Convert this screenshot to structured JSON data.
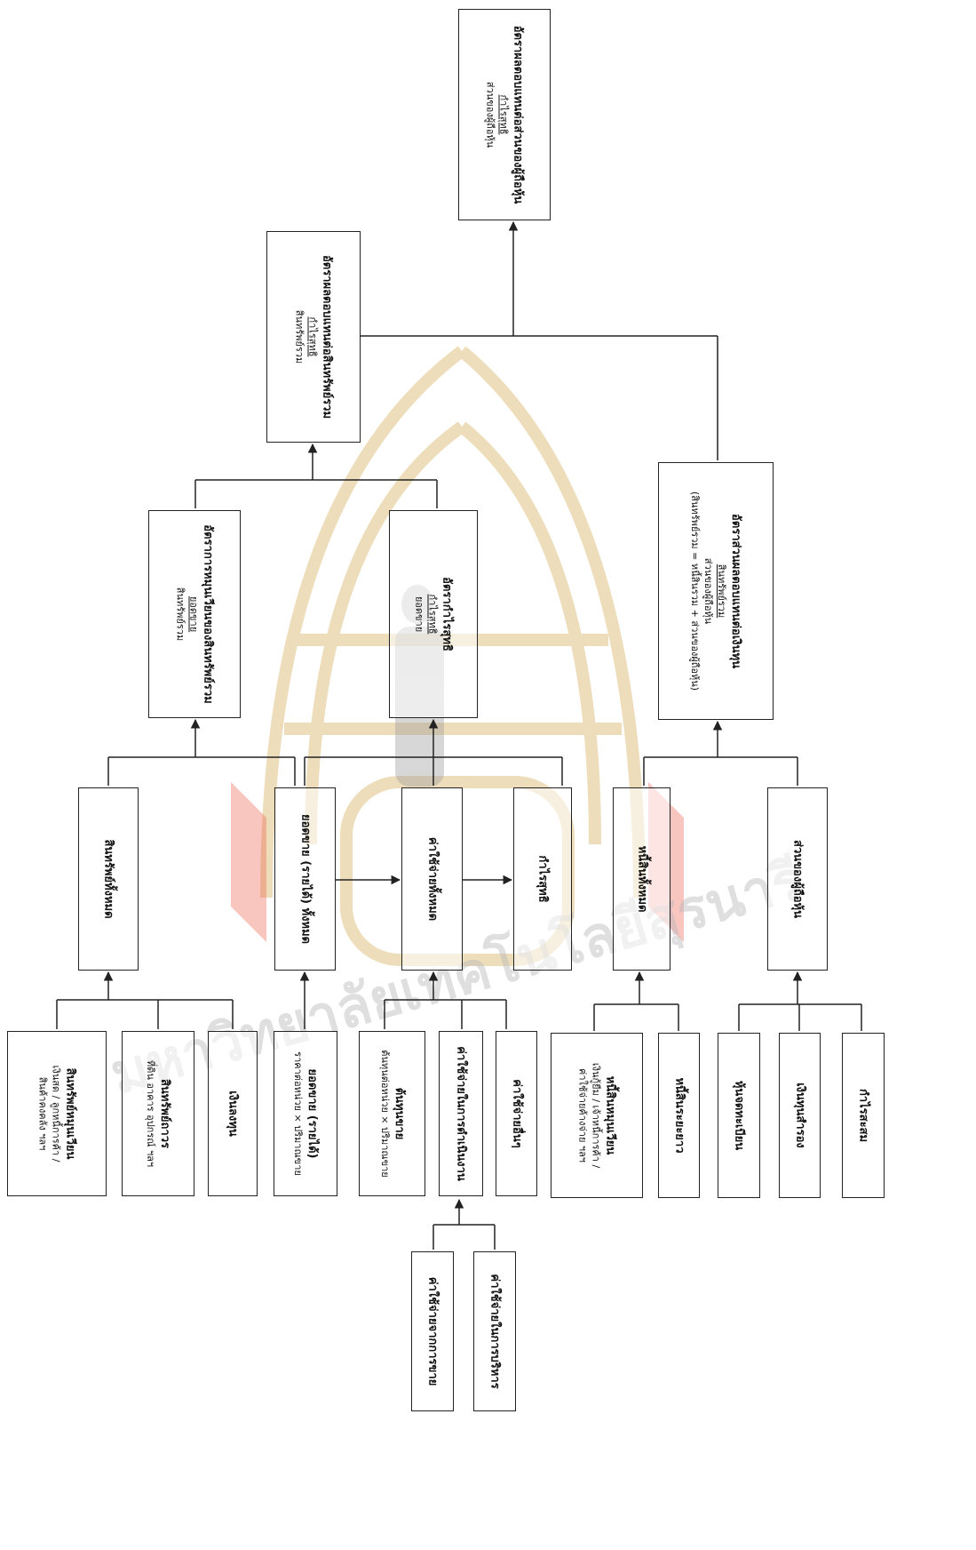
{
  "watermark": {
    "text": "มหาวิทยาลัยเทคโนโลยีสุรนารี",
    "colors": {
      "gold": "#d9b56a",
      "red": "#ee5a48",
      "gray": "#9a9a9a"
    }
  },
  "top": {
    "roe": {
      "title": "อัตราผลตอบแทนต่อส่วนของผู้ถือหุ้น",
      "numerator": "กำไรสุทธิ",
      "denominator": "ส่วนของผู้ถือหุ้น"
    },
    "roa": {
      "title": "อัตราผลตอบแทนต่อสินทรัพย์รวม",
      "numerator": "กำไรสุทธิ",
      "denominator": "สินทรัพย์รวม"
    }
  },
  "mid": {
    "turnover": {
      "title": "อัตราการหมุนเวียนของสินทรัพย์รวม",
      "numerator": "ยอดขาย",
      "denominator": "สินทรัพย์รวม"
    },
    "margin": {
      "title": "อัตรากำไรสุทธิ",
      "numerator": "กำไรสุทธิ",
      "denominator": "ยอดขาย"
    },
    "leverage": {
      "title": "อัตราส่วนผลตอบแทนต่อเงินทุน",
      "numerator": "สินทรัพย์รวม",
      "denominator": "ส่วนของผู้ถือหุ้น",
      "note": "(สินทรัพย์รวม = หนี้สินรวม + ส่วนของผู้ถือหุ้น)"
    }
  },
  "level3": {
    "total_assets": "สินทรัพย์ทั้งหมด",
    "total_sales": "ยอดขาย (รายได้) ทั้งหมด",
    "total_expenses": "ค่าใช้จ่ายทั้งหมด",
    "net_profit": "กำไรสุทธิ",
    "total_liabilities": "หนี้สินทั้งหมด",
    "equity": "ส่วนของผู้ถือหุ้น"
  },
  "leaves": {
    "current_assets": {
      "title": "สินทรัพย์หมุนเวียน",
      "line1": "เงินสด / ลูกหนี้การค้า /",
      "line2": "สินค้าคงคลัง ฯลฯ"
    },
    "fixed_assets": {
      "title": "สินทรัพย์ถาวร",
      "line1": "ที่ดิน อาคาร อุปกรณ์ ฯลฯ"
    },
    "investments": {
      "title": "เงินลงทุน"
    },
    "sales": {
      "title": "ยอดขาย (รายได้)",
      "line1": "ราคาต่อหน่วย × ปริมาณขาย"
    },
    "cogs": {
      "title": "ต้นทุนขาย",
      "line1": "ต้นทุนต่อหน่วย × ปริมาณขาย"
    },
    "operating_expenses": {
      "title": "ค่าใช้จ่ายในการดำเนินงาน"
    },
    "other_expenses": {
      "title": "ค่าใช้จ่ายอื่นๆ"
    },
    "current_liabilities": {
      "title": "หนี้สินหมุนเวียน",
      "line1": "เงินกู้ยืม / เจ้าหนี้การค้า /",
      "line2": "ค่าใช้จ่ายค้างจ่าย ฯลฯ"
    },
    "long_term_liabilities": {
      "title": "หนี้สินระยะยาว"
    },
    "share_capital": {
      "title": "หุ้นจดทะเบียน"
    },
    "reserves": {
      "title": "เงินทุนสำรอง"
    },
    "retained_earnings": {
      "title": "กำไรสะสม"
    },
    "selling_expenses": {
      "title": "ค่าใช้จ่ายจากการขาย"
    },
    "admin_expenses": {
      "title": "ค่าใช้จ่ายในการบริหาร"
    }
  }
}
